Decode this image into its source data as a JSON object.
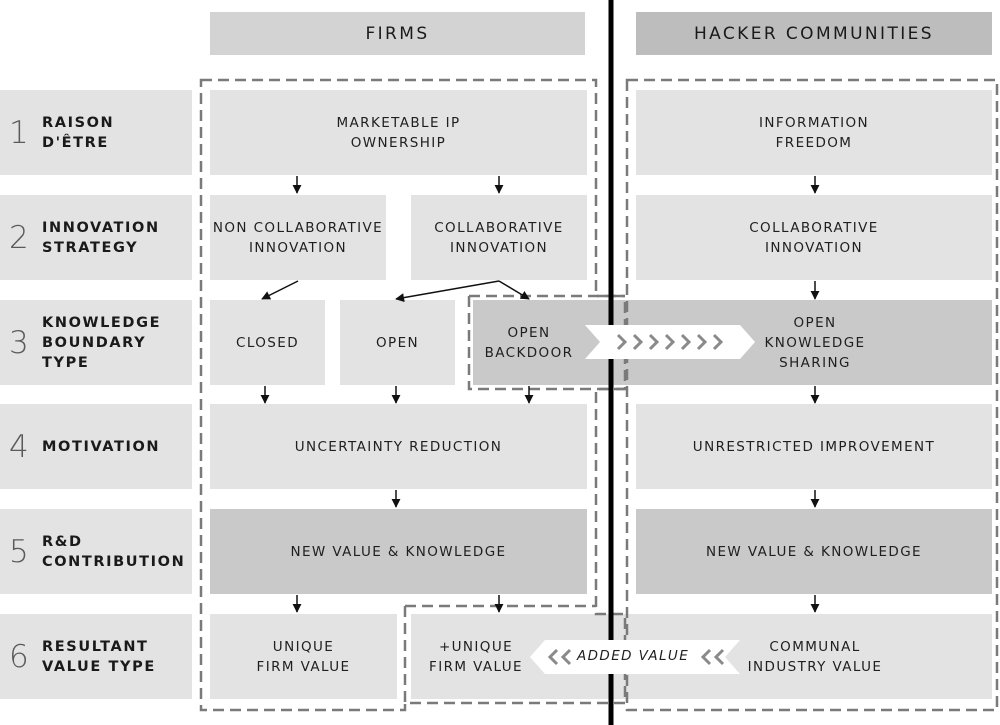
{
  "headers": {
    "firms": "FIRMS",
    "hackers": "HACKER COMMUNITIES"
  },
  "rows": [
    {
      "num": "1",
      "label": "RAISON\nD'ÊTRE"
    },
    {
      "num": "2",
      "label": "INNOVATION\nSTRATEGY"
    },
    {
      "num": "3",
      "label": "KNOWLEDGE\nBOUNDARY TYPE"
    },
    {
      "num": "4",
      "label": "MOTIVATION"
    },
    {
      "num": "5",
      "label": "R&D\nCONTRIBUTION"
    },
    {
      "num": "6",
      "label": "RESULTANT\nVALUE TYPE"
    }
  ],
  "firms": {
    "raison": "MARKETABLE IP\nOWNERSHIP",
    "non_collab": "NON COLLABORATIVE\nINNOVATION",
    "collab": "COLLABORATIVE\nINNOVATION",
    "closed": "CLOSED",
    "open": "OPEN",
    "open_backdoor": "OPEN\nBACKDOOR",
    "motivation": "UNCERTAINTY REDUCTION",
    "rnd": "NEW VALUE & KNOWLEDGE",
    "unique": "UNIQUE\nFIRM VALUE",
    "plus_unique": "+UNIQUE\nFIRM VALUE"
  },
  "hackers": {
    "raison": "INFORMATION\nFREEDOM",
    "collab": "COLLABORATIVE\nINNOVATION",
    "open_sharing": "OPEN\nKNOWLEDGE\nSHARING",
    "motivation": "UNRESTRICTED IMPROVEMENT",
    "rnd": "NEW VALUE & KNOWLEDGE",
    "communal": "COMMUNAL\nINDUSTRY VALUE"
  },
  "added_value": "ADDED VALUE",
  "colors": {
    "box": "#e3e3e3",
    "box_dark": "#c9c9c9",
    "divider": "#000000",
    "dash": "#7a7a7a"
  }
}
